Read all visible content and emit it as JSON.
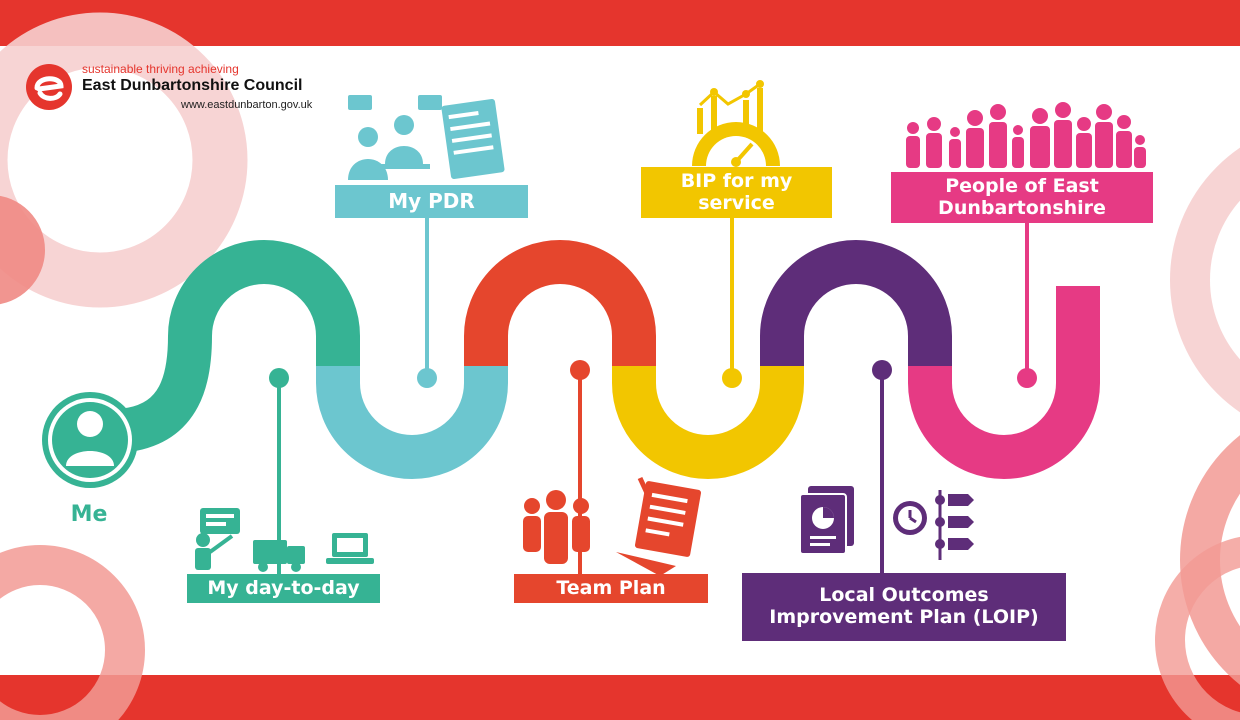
{
  "header": {
    "tagline": "sustainable thriving achieving",
    "org_name": "East Dunbartonshire Council",
    "website": "www.eastdunbarton.gov.uk"
  },
  "colors": {
    "band": "#e5352d",
    "teal": "#36b394",
    "light_blue": "#6cc6cf",
    "orange": "#e5462d",
    "yellow": "#f2c600",
    "purple": "#5e2d79",
    "pink": "#e63a84"
  },
  "journey": {
    "start": {
      "label": "Me",
      "icon": "person-icon"
    },
    "steps": [
      {
        "label": "My day-to-day",
        "icon": "teacher-truck-laptop-icon"
      },
      {
        "label": "My PDR",
        "icon": "meeting-document-icon"
      },
      {
        "label": "Team Plan",
        "icon": "team-plan-icon"
      },
      {
        "label": "BIP for my service",
        "icon": "performance-gauge-icon"
      },
      {
        "label": "Local Outcomes Improvement Plan (LOIP)",
        "icon": "report-timeline-icon"
      },
      {
        "label": "People of East Dunbartonshire",
        "icon": "people-crowd-icon"
      }
    ]
  }
}
